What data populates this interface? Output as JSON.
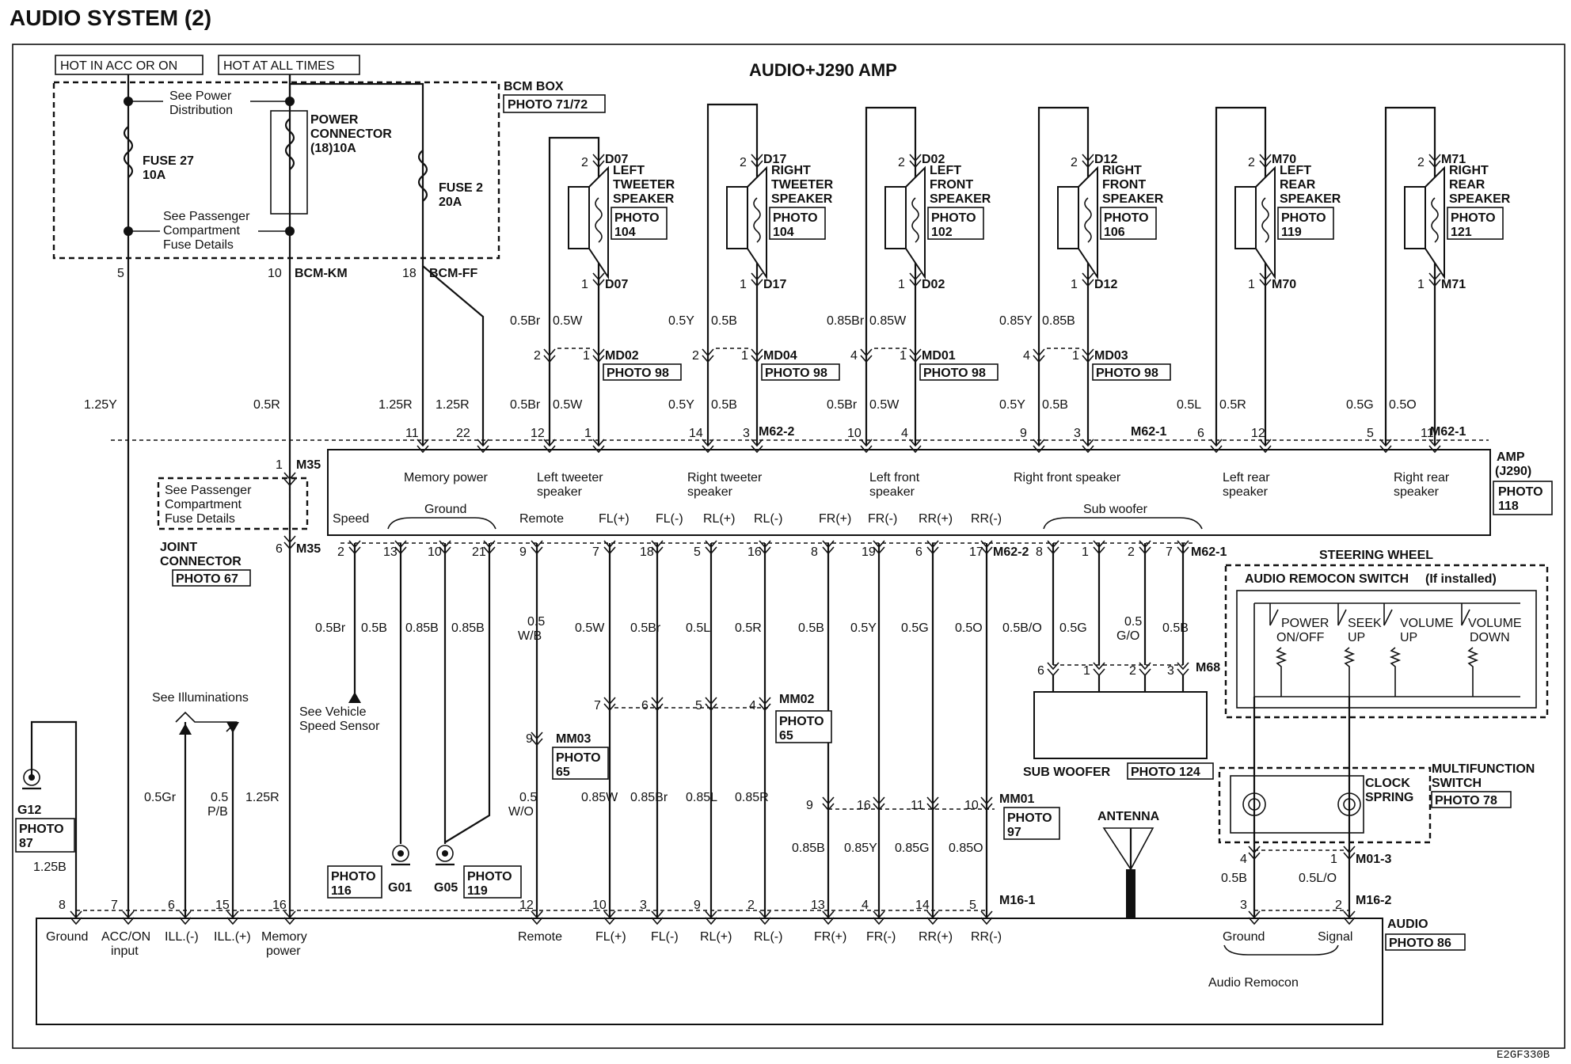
{
  "page_title": "AUDIO SYSTEM (2)",
  "main_title": "AUDIO+J290 AMP",
  "footer_code": "E2GF330B",
  "power_sources": {
    "hot_acc_on": "HOT IN ACC OR ON",
    "hot_all_times": "HOT AT ALL TIMES"
  },
  "bcm": {
    "name": "BCM BOX",
    "photo": "PHOTO 71/72",
    "see_power_l1": "See Power",
    "see_power_l2": "Distribution",
    "fuse27_l1": "FUSE 27",
    "fuse27_l2": "10A",
    "power_conn_l1": "POWER",
    "power_conn_l2": "CONNECTOR",
    "power_conn_l3": "(18)10A",
    "fuse2_l1": "FUSE 2",
    "fuse2_l2": "20A",
    "see_pass_l1": "See Passenger",
    "see_pass_l2": "Compartment",
    "see_pass_l3": "Fuse Details",
    "pin5": "5",
    "pin10": "10",
    "pin18": "18",
    "bcm_km": "BCM-KM",
    "bcm_ff": "BCM-FF"
  },
  "speakers": [
    {
      "name_l1": "LEFT",
      "name_l2": "TWEETER",
      "name_l3": "SPEAKER",
      "photo_l1": "PHOTO",
      "photo_l2": "104",
      "conn": "D07",
      "pin_top": "2",
      "pin_bot": "1",
      "wire_a": "0.5Br",
      "wire_b": "0.5W",
      "mid_pin_a": "2",
      "mid_pin_b": "1",
      "mid_conn": "MD02",
      "mid_photo": "PHOTO 98",
      "amp_wire_a": "0.5Br",
      "amp_wire_b": "0.5W",
      "amp_pin_a": "12",
      "amp_pin_b": "1"
    },
    {
      "name_l1": "RIGHT",
      "name_l2": "TWEETER",
      "name_l3": "SPEAKER",
      "photo_l1": "PHOTO",
      "photo_l2": "104",
      "conn": "D17",
      "pin_top": "2",
      "pin_bot": "1",
      "wire_a": "0.5Y",
      "wire_b": "0.5B",
      "mid_pin_a": "2",
      "mid_pin_b": "1",
      "mid_conn": "MD04",
      "mid_photo": "PHOTO 98",
      "amp_wire_a": "0.5Y",
      "amp_wire_b": "0.5B",
      "amp_pin_a": "14",
      "amp_pin_b": "3"
    },
    {
      "name_l1": "LEFT",
      "name_l2": "FRONT",
      "name_l3": "SPEAKER",
      "photo_l1": "PHOTO",
      "photo_l2": "102",
      "conn": "D02",
      "pin_top": "2",
      "pin_bot": "1",
      "wire_a": "0.85Br",
      "wire_b": "0.85W",
      "mid_pin_a": "4",
      "mid_pin_b": "1",
      "mid_conn": "MD01",
      "mid_photo": "PHOTO 98",
      "amp_wire_a": "0.5Br",
      "amp_wire_b": "0.5W",
      "amp_pin_a": "10",
      "amp_pin_b": "4"
    },
    {
      "name_l1": "RIGHT",
      "name_l2": "FRONT",
      "name_l3": "SPEAKER",
      "photo_l1": "PHOTO",
      "photo_l2": "106",
      "conn": "D12",
      "pin_top": "2",
      "pin_bot": "1",
      "wire_a": "0.85Y",
      "wire_b": "0.85B",
      "mid_pin_a": "4",
      "mid_pin_b": "1",
      "mid_conn": "MD03",
      "mid_photo": "PHOTO 98",
      "amp_wire_a": "0.5Y",
      "amp_wire_b": "0.5B",
      "amp_pin_a": "9",
      "amp_pin_b": "3"
    },
    {
      "name_l1": "LEFT",
      "name_l2": "REAR",
      "name_l3": "SPEAKER",
      "photo_l1": "PHOTO",
      "photo_l2": "119",
      "conn": "M70",
      "pin_top": "2",
      "pin_bot": "1",
      "wire_a": "",
      "wire_b": "",
      "mid_pin_a": "",
      "mid_pin_b": "",
      "mid_conn": "",
      "mid_photo": "",
      "amp_wire_a": "0.5L",
      "amp_wire_b": "0.5R",
      "amp_pin_a": "6",
      "amp_pin_b": "12"
    },
    {
      "name_l1": "RIGHT",
      "name_l2": "REAR",
      "name_l3": "SPEAKER",
      "photo_l1": "PHOTO",
      "photo_l2": "121",
      "conn": "M71",
      "pin_top": "2",
      "pin_bot": "1",
      "wire_a": "",
      "wire_b": "",
      "mid_pin_a": "",
      "mid_pin_b": "",
      "mid_conn": "",
      "mid_photo": "",
      "amp_wire_a": "0.5G",
      "amp_wire_b": "0.5O",
      "amp_pin_a": "5",
      "amp_pin_b": "11"
    }
  ],
  "amp": {
    "name_l1": "AMP",
    "name_l2": "(J290)",
    "photo_l1": "PHOTO",
    "photo_l2": "118",
    "conn_top_a": "M62-2",
    "conn_top_b": "M62-1",
    "conn_bot_a": "M62-2",
    "conn_bot_b": "M62-1",
    "top_labels": [
      "Memory power",
      "Left tweeter",
      "speaker",
      "Right tweeter",
      "speaker",
      "Left front",
      "speaker",
      "Right front speaker",
      "Left rear",
      "speaker",
      "Right rear",
      "speaker"
    ],
    "bottom_labels": [
      "Speed",
      "Ground",
      "Remote",
      "FL(+)",
      "FL(-)",
      "RL(+)",
      "RL(-)",
      "FR(+)",
      "FR(-)",
      "RR(+)",
      "RR(-)",
      "Sub woofer"
    ],
    "mem_pins": [
      "11",
      "22"
    ],
    "mem_wires": [
      "1.25R",
      "1.25R"
    ],
    "bottom_pins": [
      "2",
      "13",
      "10",
      "21",
      "9",
      "7",
      "18",
      "5",
      "16",
      "8",
      "19",
      "6",
      "17",
      "8",
      "1",
      "2",
      "7"
    ],
    "bottom_wires": [
      "0.5Br",
      "0.5B",
      "0.85B",
      "0.85B",
      "0.5",
      "W/B",
      "0.5W",
      "0.5Br",
      "0.5L",
      "0.5R",
      "0.5B",
      "0.5Y",
      "0.5G",
      "0.5O",
      "0.5B/O",
      "0.5G",
      "0.5",
      "G/O",
      "0.5B"
    ]
  },
  "joint": {
    "pin_top": "1",
    "pin_bot": "6",
    "conn": "M35",
    "conn2": "M35",
    "name_l1": "JOINT",
    "name_l2": "CONNECTOR",
    "photo": "PHOTO 67",
    "see_l1": "See Passenger",
    "see_l2": "Compartment",
    "see_l3": "Fuse Details"
  },
  "left_wires": {
    "w125y": "1.25Y",
    "w05r": "0.5R",
    "w05gr": "0.5Gr",
    "w05pb_a": "0.5",
    "w05pb_b": "P/B",
    "w125r": "1.25R",
    "w125b": "1.25B"
  },
  "labels": {
    "see_illum": "See Illuminations",
    "see_vss_l1": "See Vehicle",
    "see_vss_l2": "Speed Sensor",
    "g12": "G12",
    "g12_photo_l1": "PHOTO",
    "g12_photo_l2": "87",
    "g01": "G01",
    "g01_photo_l1": "PHOTO",
    "g01_photo_l2": "116",
    "g05": "G05",
    "g05_photo_l1": "PHOTO",
    "g05_photo_l2": "119",
    "mm03": "MM03",
    "mm03_pin": "9",
    "mm03_photo_l1": "PHOTO",
    "mm03_photo_l2": "65",
    "mm02": "MM02",
    "mm02_photo_l1": "PHOTO",
    "mm02_photo_l2": "65",
    "mm02_pins": [
      "7",
      "6",
      "5",
      "4"
    ],
    "mm01": "MM01",
    "mm01_photo_l1": "PHOTO",
    "mm01_photo_l2": "97",
    "mm01_pins": [
      "9",
      "16",
      "11",
      "10"
    ],
    "remote_wire_a": "0.5",
    "remote_wire_b": "W/O",
    "lower_wires_f": [
      "0.85W",
      "0.85Br",
      "0.85L",
      "0.85R"
    ],
    "lower_wires_r": [
      "0.85B",
      "0.85Y",
      "0.85G",
      "0.85O"
    ],
    "antenna": "ANTENNA",
    "sub_woofer": "SUB WOOFER",
    "sub_photo": "PHOTO 124",
    "m68": "M68",
    "m68_pins": [
      "6",
      "1",
      "2",
      "3"
    ]
  },
  "steering": {
    "title": "STEERING WHEEL",
    "remocon": "AUDIO REMOCON SWITCH",
    "installed": "(If installed)",
    "sw1_l1": "POWER",
    "sw1_l2": "ON/OFF",
    "sw2_l1": "SEEK",
    "sw2_l2": "UP",
    "sw3_l1": "VOLUME",
    "sw3_l2": "UP",
    "sw4_l1": "VOLUME",
    "sw4_l2": "DOWN",
    "clock_l1": "CLOCK",
    "clock_l2": "SPRING",
    "multi_l1": "MULTIFUNCTION",
    "multi_l2": "SWITCH",
    "multi_photo": "PHOTO 78",
    "m013": "M01-3",
    "m013_pins": [
      "4",
      "1"
    ],
    "wires": [
      "0.5B",
      "0.5L/O"
    ]
  },
  "audio": {
    "name": "AUDIO",
    "photo": "PHOTO 86",
    "conn": "M16-1",
    "conn2": "M16-2",
    "pins_left": [
      "8",
      "7",
      "6",
      "15",
      "16"
    ],
    "pins_mid": [
      "12",
      "10",
      "3",
      "9",
      "2",
      "13",
      "4",
      "14",
      "5"
    ],
    "pins_right": [
      "3",
      "2"
    ],
    "labels": [
      "Ground",
      "ACC/ON",
      "input",
      "ILL.(-)",
      "ILL.(+)",
      "Memory",
      "power",
      "Remote",
      "FL(+)",
      "FL(-)",
      "RL(+)",
      "RL(-)",
      "FR(+)",
      "FR(-)",
      "RR(+)",
      "RR(-)",
      "Ground",
      "Signal",
      "Audio Remocon"
    ]
  }
}
